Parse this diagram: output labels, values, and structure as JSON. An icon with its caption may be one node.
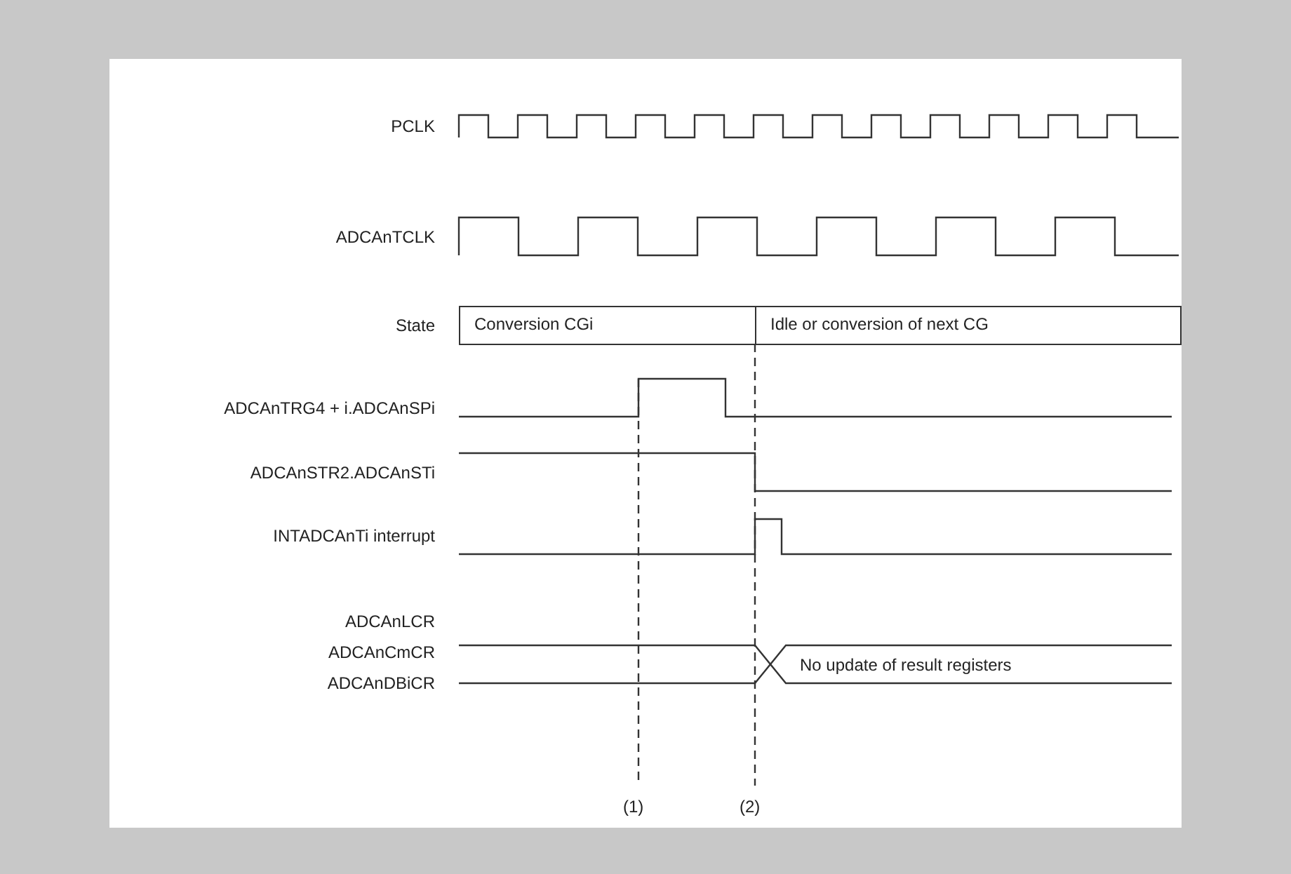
{
  "diagram": {
    "nodes": [
      {
        "text": [
          "Conversion CGi"
        ]
      },
      {
        "text": [
          "Idle or conversion of next CG"
        ]
      }
    ],
    "edges": [],
    "labels": [
      "PCLK",
      "ADCAnTCLK",
      "State",
      "ADCAnTRG4 + i.ADCAnSPi",
      "ADCAnSTR2.ADCAnSTi",
      "INTADCAnTi interrupt",
      "ADCAnLCR",
      "ADCAnCmCR",
      "ADCAnDBiCR",
      "No update of result registers",
      "(1)",
      "(2)"
    ]
  }
}
